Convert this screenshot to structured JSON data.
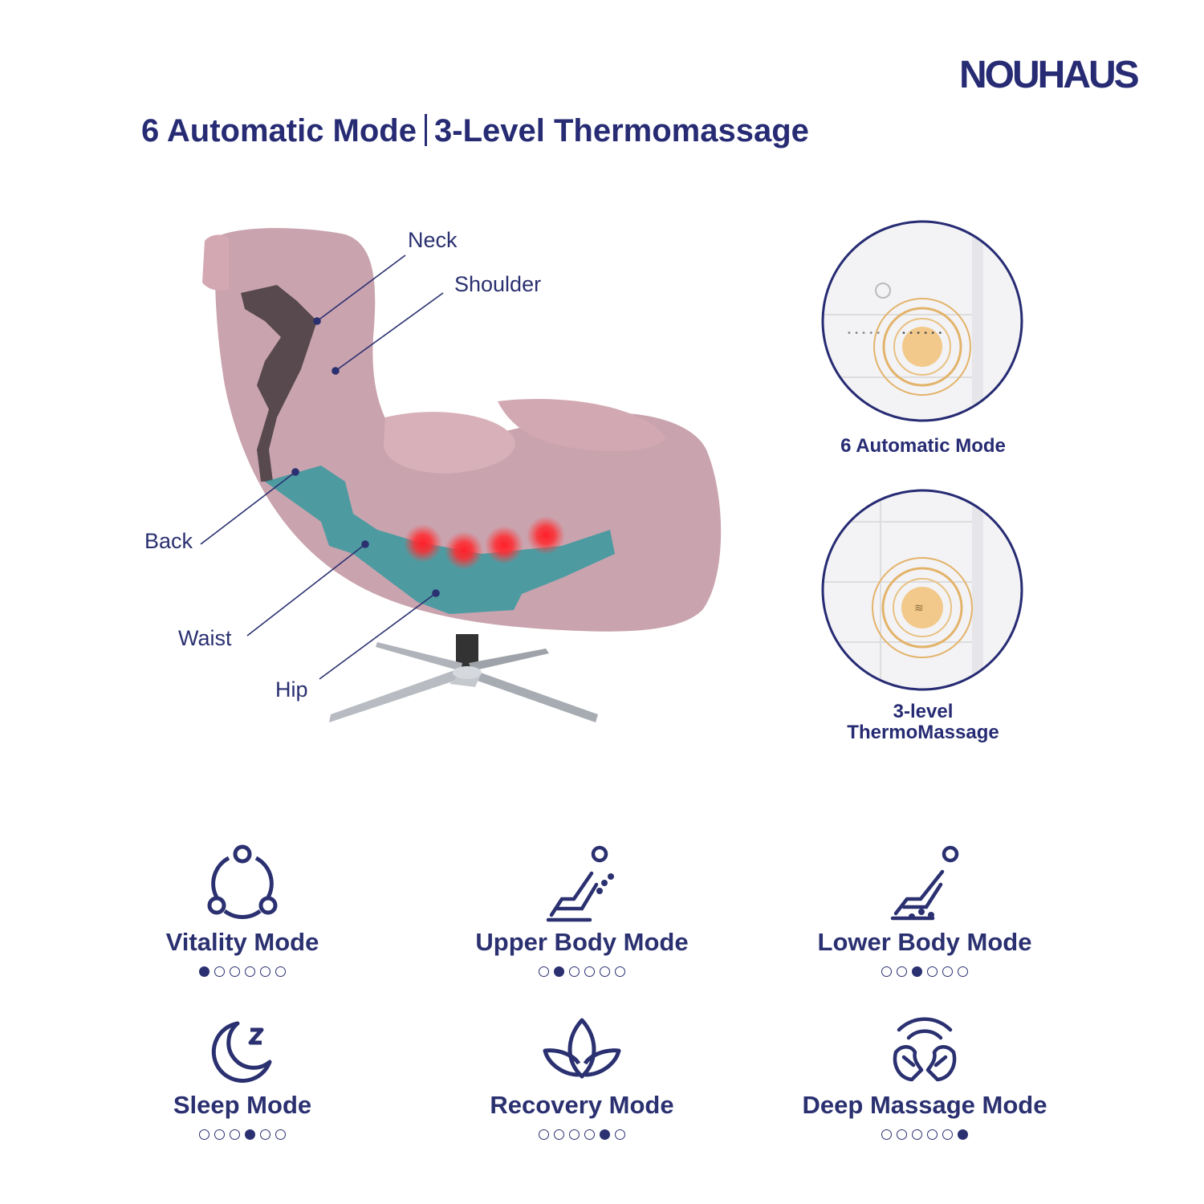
{
  "brand": "NOUHAUS",
  "headline": {
    "left": "6 Automatic Mode",
    "right": "3-Level Thermomassage"
  },
  "body_labels": {
    "neck": "Neck",
    "shoulder": "Shoulder",
    "back": "Back",
    "waist": "Waist",
    "hip": "Hip"
  },
  "circles": [
    {
      "caption": "6 Automatic Mode"
    },
    {
      "caption_line1": "3-level",
      "caption_line2": "ThermoMassage"
    }
  ],
  "modes": [
    {
      "name": "Vitality Mode",
      "icon": "vitality-icon",
      "active_dot": 1
    },
    {
      "name": "Upper Body Mode",
      "icon": "upper-body-icon",
      "active_dot": 2
    },
    {
      "name": "Lower Body Mode",
      "icon": "lower-body-icon",
      "active_dot": 3
    },
    {
      "name": "Sleep Mode",
      "icon": "sleep-icon",
      "active_dot": 4
    },
    {
      "name": "Recovery Mode",
      "icon": "recovery-icon",
      "active_dot": 5
    },
    {
      "name": "Deep Massage Mode",
      "icon": "deep-massage-icon",
      "active_dot": 6
    }
  ],
  "dot_count": 6,
  "colors": {
    "navy": "#262b73",
    "chair_pink": "#c9a3ae",
    "heat_red": "#ff1f2a",
    "button_gold": "#f2c98a"
  }
}
